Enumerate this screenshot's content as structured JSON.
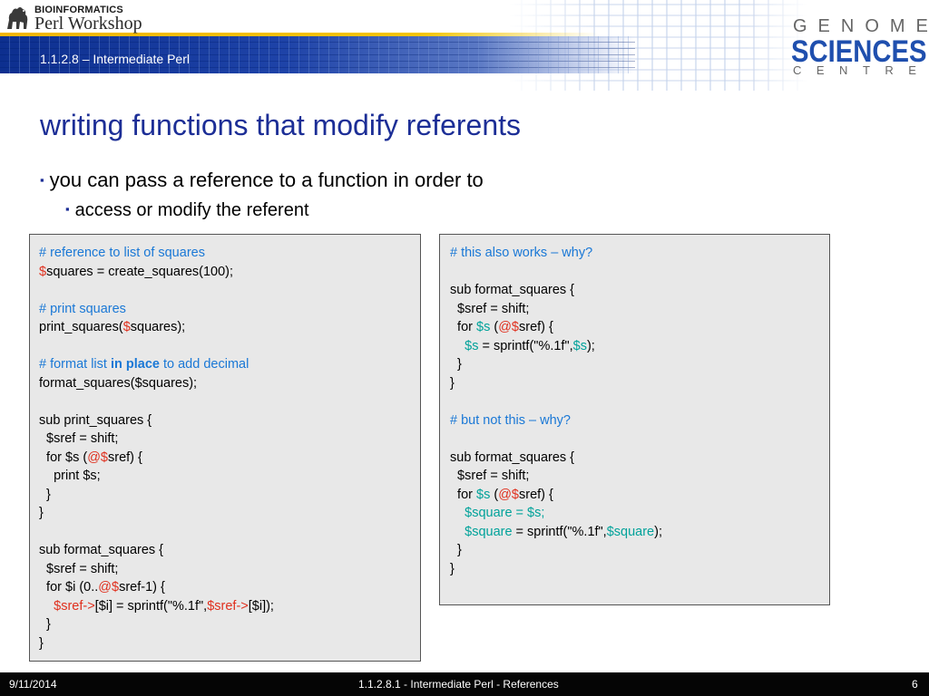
{
  "header": {
    "logo_small": "BIOINFORMATICS",
    "logo_big": "Perl Workshop",
    "slide_code": "1.1.2.8 – Intermediate Perl",
    "right_logo": {
      "top": "GENOME",
      "middle": "SCIENCES",
      "bottom": "CENTRE"
    }
  },
  "slide": {
    "title": "writing functions that modify referents",
    "bullet1": "you can pass a reference to a function in order to",
    "bullet2": "access or modify the referent"
  },
  "left_code": [
    {
      "segments": [
        {
          "t": "# reference to list of squares",
          "c": "com"
        }
      ]
    },
    {
      "segments": [
        {
          "t": "$",
          "c": "red"
        },
        {
          "t": "squares = create_squares(100);"
        }
      ]
    },
    {
      "segments": [
        {
          "t": ""
        }
      ]
    },
    {
      "segments": [
        {
          "t": "# print squares",
          "c": "com"
        }
      ]
    },
    {
      "segments": [
        {
          "t": "print_squares("
        },
        {
          "t": "$",
          "c": "red"
        },
        {
          "t": "squares);"
        }
      ]
    },
    {
      "segments": [
        {
          "t": ""
        }
      ]
    },
    {
      "segments": [
        {
          "t": "# format list ",
          "c": "com"
        },
        {
          "t": "in place",
          "c": "com bold"
        },
        {
          "t": " to add decimal",
          "c": "com"
        }
      ]
    },
    {
      "segments": [
        {
          "t": "format_squares($squares);"
        }
      ]
    },
    {
      "segments": [
        {
          "t": ""
        }
      ]
    },
    {
      "segments": [
        {
          "t": "sub print_squares {"
        }
      ]
    },
    {
      "segments": [
        {
          "t": "  $sref = shift;"
        }
      ]
    },
    {
      "segments": [
        {
          "t": "  for $s ("
        },
        {
          "t": "@$",
          "c": "red"
        },
        {
          "t": "sref) {"
        }
      ]
    },
    {
      "segments": [
        {
          "t": "    print $s;"
        }
      ]
    },
    {
      "segments": [
        {
          "t": "  }"
        }
      ]
    },
    {
      "segments": [
        {
          "t": "}"
        }
      ]
    },
    {
      "segments": [
        {
          "t": ""
        }
      ]
    },
    {
      "segments": [
        {
          "t": "sub format_squares {"
        }
      ]
    },
    {
      "segments": [
        {
          "t": "  $sref = shift;"
        }
      ]
    },
    {
      "segments": [
        {
          "t": "  for $i (0.."
        },
        {
          "t": "@$",
          "c": "red"
        },
        {
          "t": "sref-1) {"
        }
      ]
    },
    {
      "segments": [
        {
          "t": "    "
        },
        {
          "t": "$sref->",
          "c": "red"
        },
        {
          "t": "[$i] = sprintf(\"%.1f\","
        },
        {
          "t": "$sref->",
          "c": "red"
        },
        {
          "t": "[$i]);"
        }
      ]
    },
    {
      "segments": [
        {
          "t": "  }"
        }
      ]
    },
    {
      "segments": [
        {
          "t": "}"
        }
      ]
    }
  ],
  "right_code": [
    {
      "segments": [
        {
          "t": "# this also works – why?",
          "c": "com"
        }
      ]
    },
    {
      "segments": [
        {
          "t": ""
        }
      ]
    },
    {
      "segments": [
        {
          "t": "sub format_squares {"
        }
      ]
    },
    {
      "segments": [
        {
          "t": "  $sref = shift;"
        }
      ]
    },
    {
      "segments": [
        {
          "t": "  for "
        },
        {
          "t": "$s",
          "c": "teal"
        },
        {
          "t": " ("
        },
        {
          "t": "@$",
          "c": "red"
        },
        {
          "t": "sref) {"
        }
      ]
    },
    {
      "segments": [
        {
          "t": "    "
        },
        {
          "t": "$s",
          "c": "teal"
        },
        {
          "t": " = sprintf(\"%.1f\","
        },
        {
          "t": "$s",
          "c": "teal"
        },
        {
          "t": ");"
        }
      ]
    },
    {
      "segments": [
        {
          "t": "  }"
        }
      ]
    },
    {
      "segments": [
        {
          "t": "}"
        }
      ]
    },
    {
      "segments": [
        {
          "t": ""
        }
      ]
    },
    {
      "segments": [
        {
          "t": "# but not this – why?",
          "c": "com"
        }
      ]
    },
    {
      "segments": [
        {
          "t": ""
        }
      ]
    },
    {
      "segments": [
        {
          "t": "sub format_squares {"
        }
      ]
    },
    {
      "segments": [
        {
          "t": "  $sref = shift;"
        }
      ]
    },
    {
      "segments": [
        {
          "t": "  for "
        },
        {
          "t": "$s",
          "c": "teal"
        },
        {
          "t": " ("
        },
        {
          "t": "@$",
          "c": "red"
        },
        {
          "t": "sref) {"
        }
      ]
    },
    {
      "segments": [
        {
          "t": "    "
        },
        {
          "t": "$square = $s;",
          "c": "teal"
        }
      ]
    },
    {
      "segments": [
        {
          "t": "    "
        },
        {
          "t": "$square",
          "c": "teal"
        },
        {
          "t": " = sprintf(\"%.1f\","
        },
        {
          "t": "$square",
          "c": "teal"
        },
        {
          "t": ");"
        }
      ]
    },
    {
      "segments": [
        {
          "t": "  }"
        }
      ]
    },
    {
      "segments": [
        {
          "t": "}"
        }
      ]
    }
  ],
  "footer": {
    "date": "9/11/2014",
    "center": "1.1.2.8.1 - Intermediate Perl - References",
    "page": "6"
  },
  "colors": {
    "title": "#1c2e96",
    "comment": "#1a78d6",
    "sigil": "#e0301e",
    "variable": "#00a29a",
    "box_bg": "#e8e8e8"
  },
  "icons": {
    "logo": "camel-icon",
    "bullet": "bullet-dot-icon"
  }
}
